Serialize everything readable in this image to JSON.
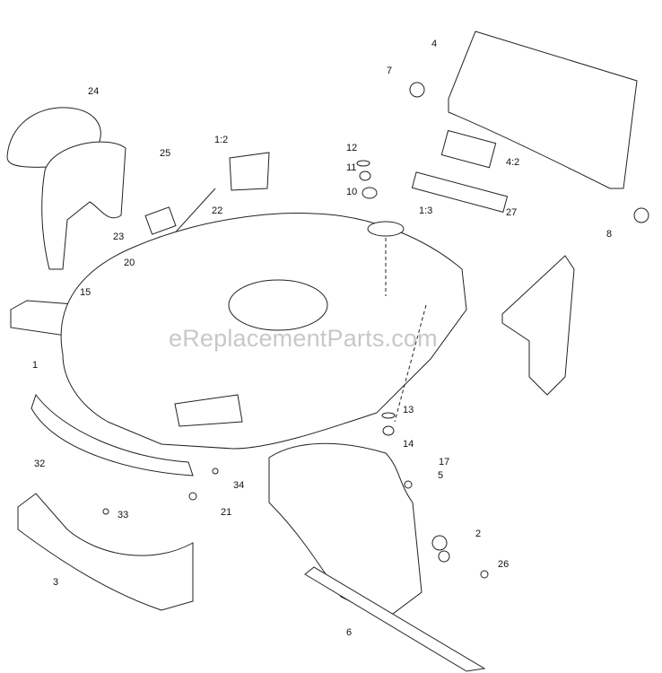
{
  "watermark": "eReplacementParts.com",
  "callouts": [
    "24",
    "25",
    "1:2",
    "22",
    "23",
    "20",
    "15",
    "1",
    "32",
    "33",
    "21",
    "34",
    "3",
    "4",
    "7",
    "12",
    "11",
    "10",
    "1:3",
    "4:2",
    "27",
    "8",
    "13",
    "14",
    "17",
    "5",
    "2",
    "26",
    "6"
  ]
}
